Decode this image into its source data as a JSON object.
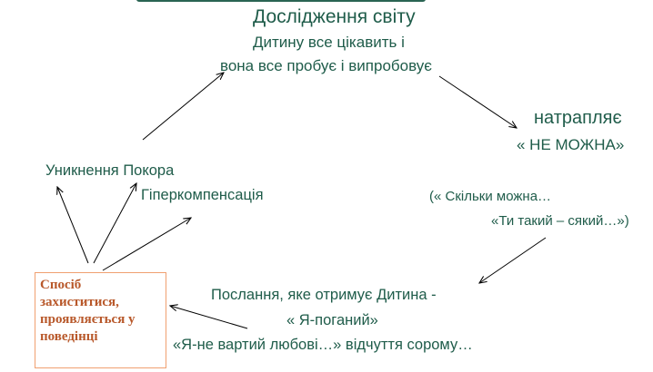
{
  "title": "Дослідження світу",
  "intro": [
    "Дитину все цікавить і",
    "вона все пробує і випробовує"
  ],
  "hits": [
    "натрапляє",
    "« НЕ МОЖНА»"
  ],
  "defenses": [
    "Уникнення  Покора",
    "Гіперкомпенсація"
  ],
  "quotes": [
    "(« Скільки можна…",
    "«Ти такий – сякий…»)"
  ],
  "message": [
    "Послання, яке отримує Дитина -",
    "« Я-поганий»",
    "«Я-не вартий любові…» відчуття сорому…"
  ],
  "box_lines": [
    "Спосіб",
    "захиститися,",
    "проявляється у",
    "поведінці"
  ],
  "colors": {
    "text": "#1f5c4a",
    "box_text": "#b8582a",
    "box_border": "#f0a070",
    "arrow": "#000000"
  }
}
